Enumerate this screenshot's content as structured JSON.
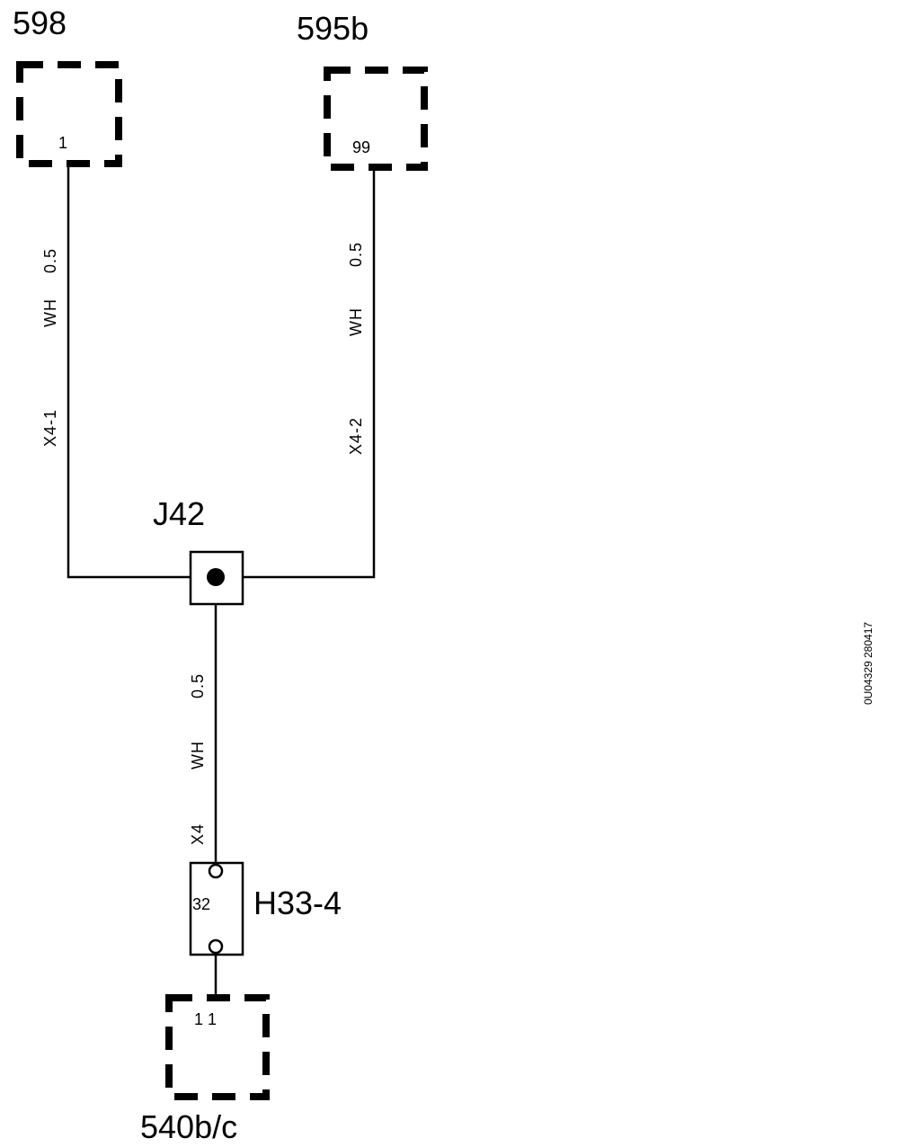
{
  "components": {
    "c598": {
      "name": "598",
      "pin": "1"
    },
    "c595b": {
      "name": "595b",
      "pin": "99"
    },
    "c540": {
      "name": "540b/c",
      "pin": "1 1"
    }
  },
  "junction": {
    "name": "J42"
  },
  "connector": {
    "name": "H33-4",
    "pin": "32"
  },
  "wires": {
    "left": {
      "size": "0.5",
      "color": "WH",
      "connector": "X4-1"
    },
    "right": {
      "size": "0.5",
      "color": "WH",
      "connector": "X4-2"
    },
    "bottom": {
      "size": "0.5",
      "color": "WH",
      "connector": "X4"
    }
  },
  "reference": "0U04329 280417"
}
